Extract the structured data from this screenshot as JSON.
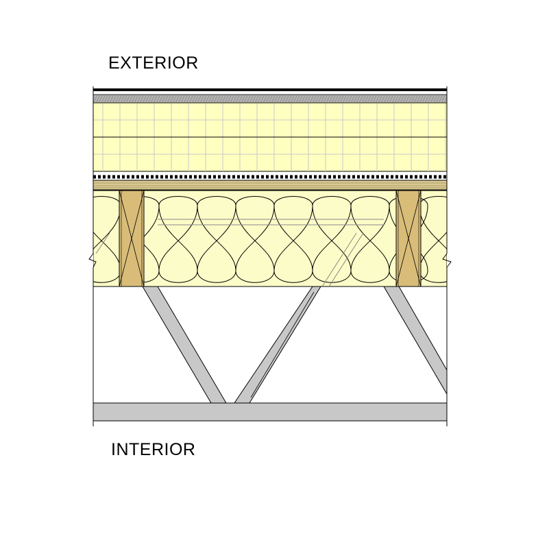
{
  "labels": {
    "exterior": "EXTERIOR",
    "interior": "INTERIOR"
  },
  "colors": {
    "rigid_insulation": "#FFFFC0",
    "rigid_grid": "#C8C8C8",
    "batt_insulation": "#FCFCC8",
    "wood_stud": "#D8BC78",
    "sheathing": "#D8C890",
    "steel_truss": "#C8C8C8",
    "outline": "#000000",
    "background": "#FFFFFF"
  },
  "components": [
    {
      "name": "roof-membrane",
      "material": "membrane"
    },
    {
      "name": "cover-board",
      "material": "gypsum"
    },
    {
      "name": "rigid-insulation",
      "material": "rigid foam"
    },
    {
      "name": "vapor-barrier",
      "material": "membrane"
    },
    {
      "name": "sheathing",
      "material": "wood"
    },
    {
      "name": "batt-insulation",
      "material": "fiberglass"
    },
    {
      "name": "wood-stud",
      "material": "wood"
    },
    {
      "name": "steel-truss",
      "material": "steel"
    }
  ]
}
